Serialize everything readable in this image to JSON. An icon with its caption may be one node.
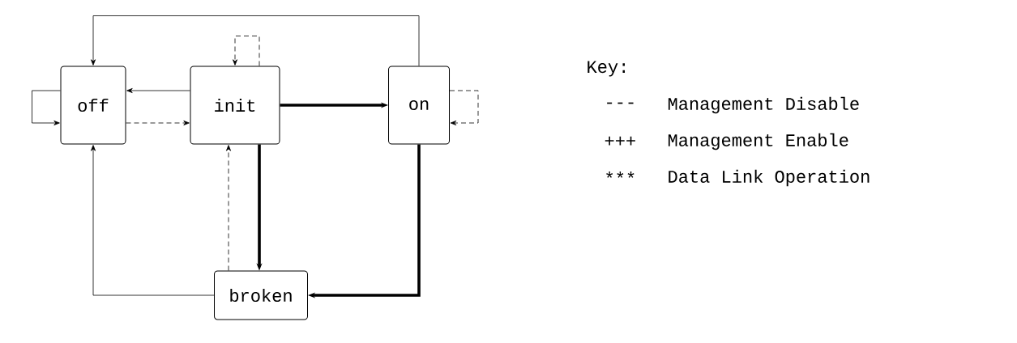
{
  "diagram": {
    "nodes": [
      {
        "text": [
          "off"
        ]
      },
      {
        "text": [
          "init"
        ]
      },
      {
        "text": [
          "on"
        ]
      },
      {
        "text": [
          "broken"
        ]
      }
    ],
    "edges": [
      {
        "from": 2,
        "to": 0,
        "arrow": "to"
      },
      {
        "from": 1,
        "to": 1,
        "arrow": "to",
        "style": "dashed"
      },
      {
        "from": 1,
        "to": 0,
        "arrow": "to"
      },
      {
        "from": 0,
        "to": 1,
        "arrow": "to",
        "style": "dashed"
      },
      {
        "from": 1,
        "to": 2,
        "arrow": "to",
        "style": "thick"
      },
      {
        "from": 2,
        "to": 2,
        "arrow": "to",
        "style": "dashed"
      },
      {
        "from": 0,
        "to": 0,
        "arrow": "to"
      },
      {
        "from": 3,
        "to": 0,
        "arrow": "to"
      },
      {
        "from": 3,
        "to": 1,
        "arrow": "to",
        "style": "dashed"
      },
      {
        "from": 1,
        "to": 3,
        "arrow": "to",
        "style": "thick"
      },
      {
        "from": 2,
        "to": 3,
        "arrow": "to",
        "style": "thick"
      }
    ],
    "labels": [
      "Key:",
      "---",
      "+++",
      "***"
    ],
    "legend": [
      {
        "text": "Management Disable"
      },
      {
        "text": "Management Enable"
      },
      {
        "text": "Data Link Operation"
      }
    ]
  }
}
